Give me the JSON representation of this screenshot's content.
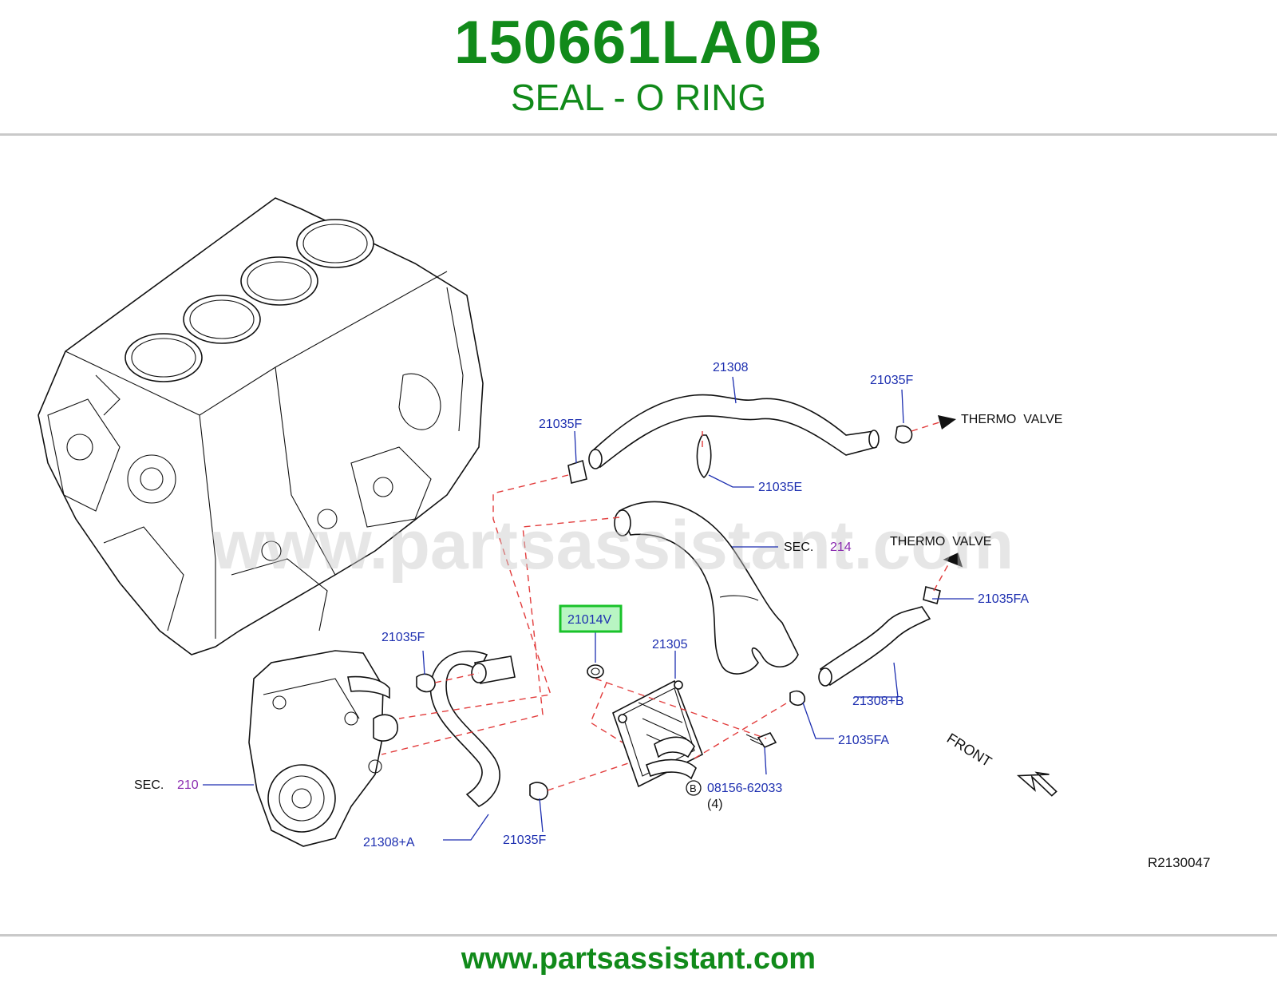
{
  "header": {
    "part_number": "150661LA0B",
    "part_name": "SEAL - O RING"
  },
  "footer": {
    "url": "www.partsassistant.com"
  },
  "watermark": "www.partsassistant.com",
  "diagram": {
    "callouts": {
      "hose_21308": "21308",
      "clamp_21035f_top_right": "21035F",
      "thermo_valve_1": "THERMO  VALVE",
      "clamp_21035f_top_left": "21035F",
      "clamp_21035e": "21035E",
      "sec_214_prefix": "SEC.",
      "sec_214_num": "214",
      "thermo_valve_2": "THERMO  VALVE",
      "clamp_21035fa_upper": "21035FA",
      "oring_21014v": "21014V",
      "cooler_21305": "21305",
      "clamp_21035f_mid": "21035F",
      "hose_21308b": "21308+B",
      "clamp_21035fa_lower": "21035FA",
      "sec_210_prefix": "SEC.",
      "sec_210_num": "210",
      "bolt_b_symbol": "B",
      "bolt_08156": "08156-62033",
      "bolt_qty": "(4)",
      "hose_21308a": "21308+A",
      "clamp_21035f_bottom": "21035F",
      "front_label": "FRONT",
      "ref_code": "R2130047"
    },
    "highlighted_callout": "21014V",
    "colors": {
      "brand_green": "#118a1a",
      "callout_blue": "#1d2fb0",
      "section_purple": "#8a2bb0",
      "leader_dash_red": "#e23c3c",
      "highlight_fill": "#b9f5c3",
      "highlight_border": "#19c22a"
    }
  }
}
